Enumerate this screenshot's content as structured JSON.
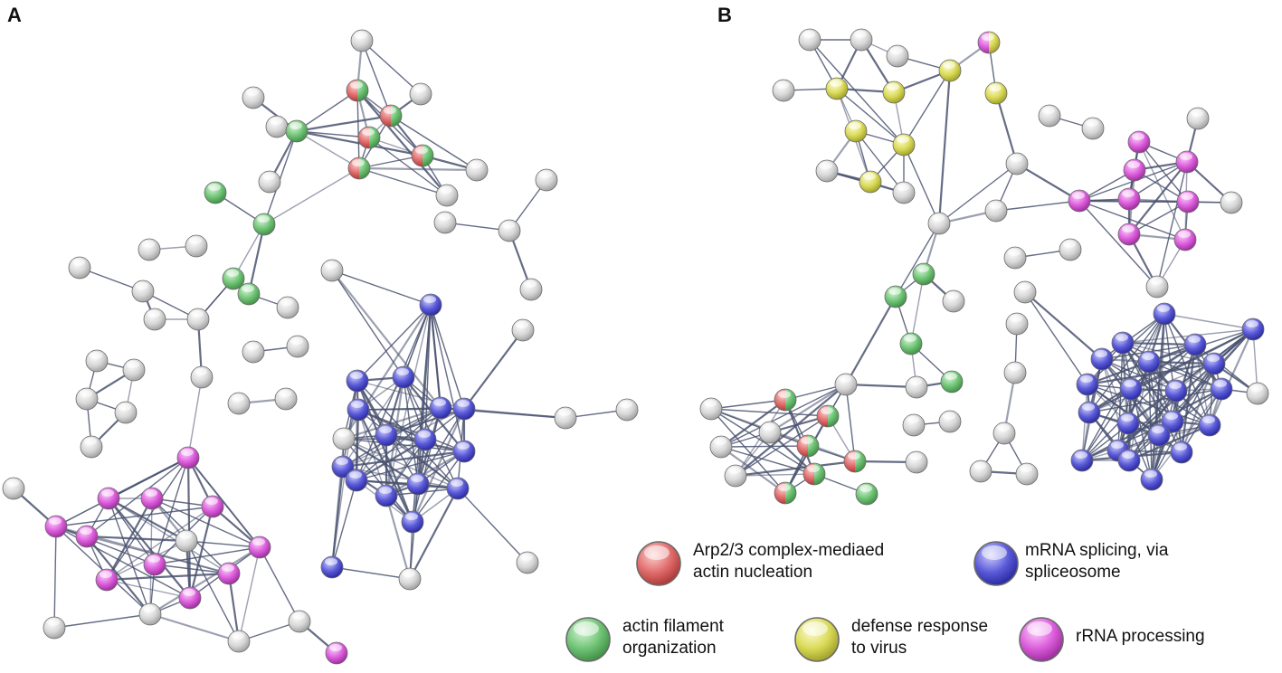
{
  "panels": {
    "a": {
      "label": "A"
    },
    "b": {
      "label": "B"
    }
  },
  "colors": {
    "edge": "#4a5270",
    "gray": "#d4d4d4",
    "red": "#e06c6c",
    "green": "#71c577",
    "blue": "#5a5ad8",
    "yellow": "#dada58",
    "magenta": "#dc5ddc"
  },
  "legend": [
    {
      "key": "red",
      "line1": "Arp2/3 complex-mediaed",
      "line2": "actin nucleation"
    },
    {
      "key": "blue",
      "line1": "mRNA splicing, via",
      "line2": "spliceosome"
    },
    {
      "key": "green",
      "line1": "actin filament",
      "line2": "organization"
    },
    {
      "key": "yellow",
      "line1": "defense response",
      "line2": "to virus"
    },
    {
      "key": "magenta",
      "line1": "rRNA processing",
      "line2": ""
    }
  ]
}
